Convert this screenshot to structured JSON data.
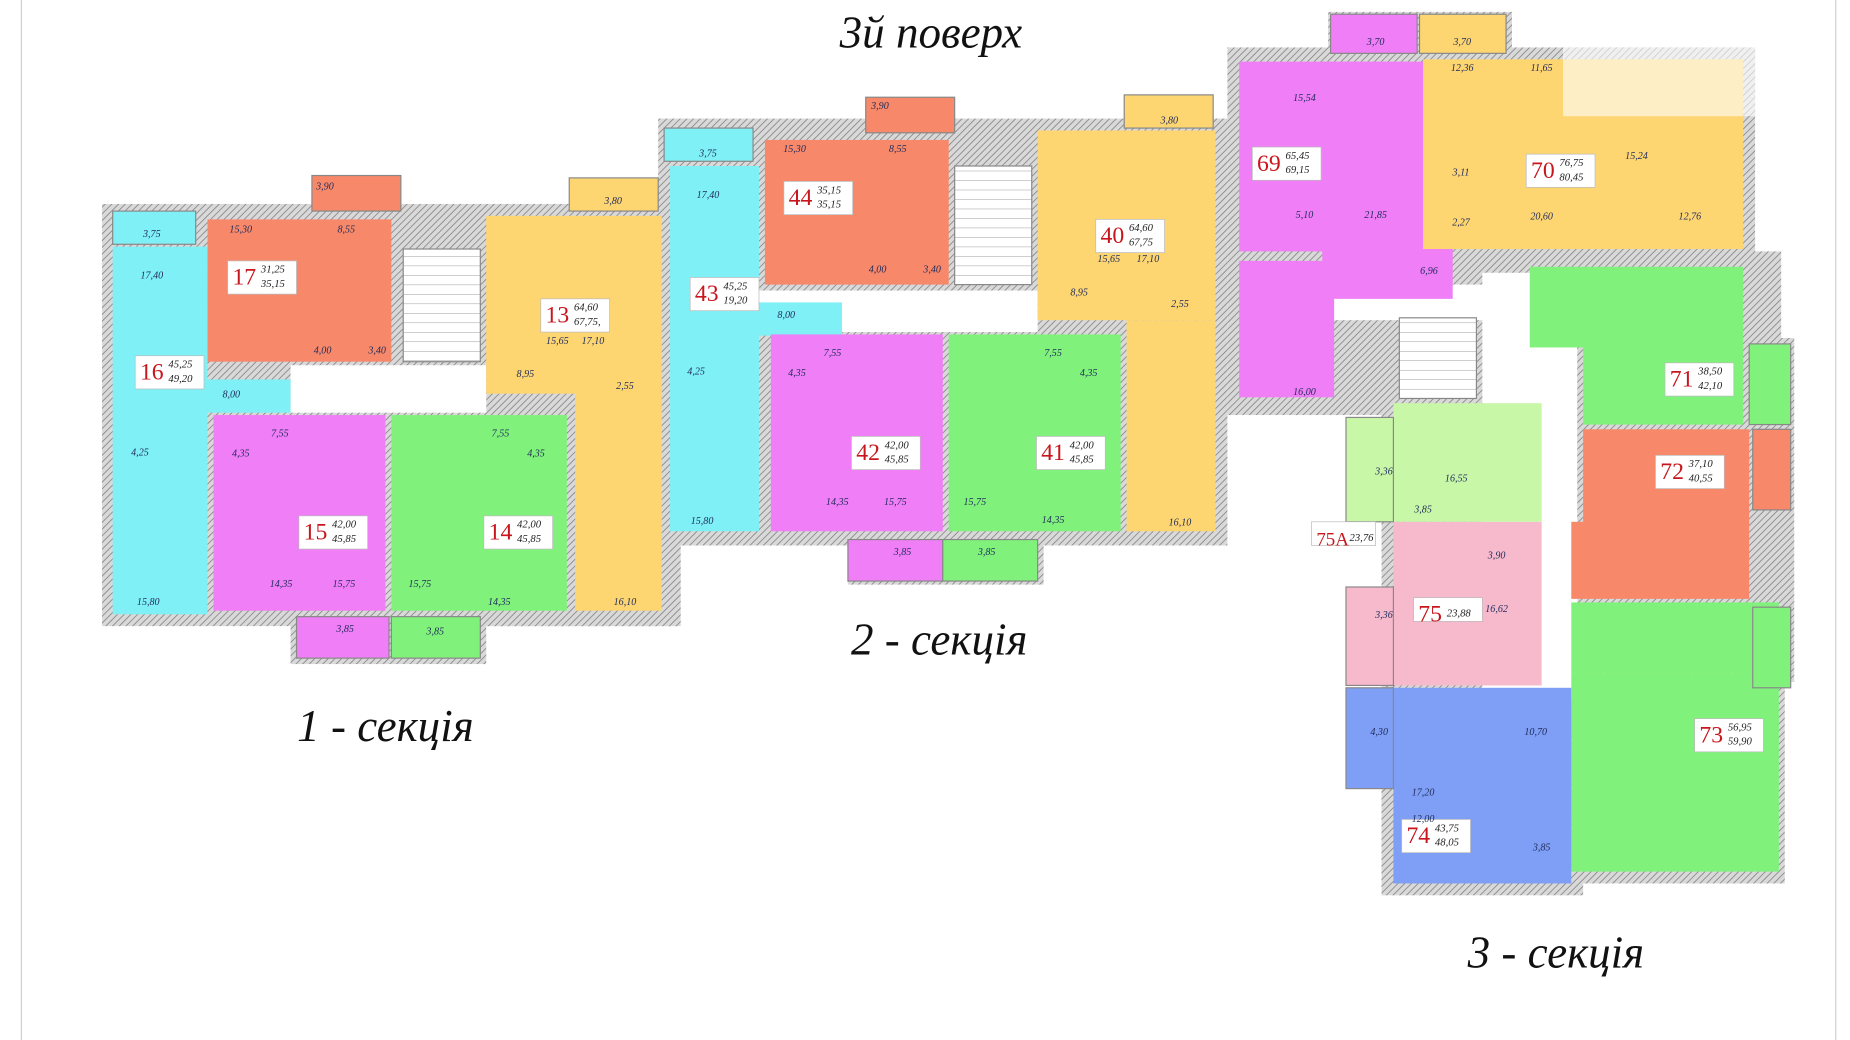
{
  "floor_title": "3й поверх",
  "sections": [
    {
      "label": "1 - секція"
    },
    {
      "label": "2 - секція"
    },
    {
      "label": "3 - секція"
    }
  ],
  "colors": {
    "cyan": "#7ff0f5",
    "orange": "#f7886a",
    "yellow": "#fdd571",
    "magenta": "#f07ef6",
    "green": "#80f27b",
    "light_green": "#c8f7a8",
    "pink": "#f7b9cc",
    "blue": "#7e9ff5",
    "wall": "#9a9a9a",
    "number": "#c8161d"
  },
  "apartments": [
    {
      "number": "16",
      "areas": [
        "45,25",
        "49,20"
      ],
      "color": "cyan",
      "rooms": [
        "17,40",
        "8,00",
        "4,25",
        "15,80",
        "3,75"
      ]
    },
    {
      "number": "17",
      "areas": [
        "31,25",
        "35,15"
      ],
      "color": "orange",
      "rooms": [
        "15,30",
        "8,55",
        "4,00",
        "3,40",
        "3,90"
      ]
    },
    {
      "number": "13",
      "areas": [
        "64,60",
        "67,75,"
      ],
      "color": "yellow",
      "rooms": [
        "15,65",
        "17,10",
        "8,95",
        "2,55",
        "16,10",
        "3,80"
      ]
    },
    {
      "number": "15",
      "areas": [
        "42,00",
        "45,85"
      ],
      "color": "magenta",
      "rooms": [
        "7,55",
        "4,35",
        "14,35",
        "15,75",
        "3,85"
      ]
    },
    {
      "number": "14",
      "areas": [
        "42,00",
        "45,85"
      ],
      "color": "green",
      "rooms": [
        "7,55",
        "4,35",
        "15,75",
        "14,35",
        "3,85"
      ]
    },
    {
      "number": "43",
      "areas": [
        "45,25",
        "19,20"
      ],
      "color": "cyan",
      "rooms": [
        "17,40",
        "8,00",
        "4,25",
        "15,80",
        "3,75"
      ]
    },
    {
      "number": "44",
      "areas": [
        "35,15",
        "35,15"
      ],
      "color": "orange",
      "rooms": [
        "15,30",
        "8,55",
        "4,00",
        "3,40",
        "3,90"
      ]
    },
    {
      "number": "42",
      "areas": [
        "42,00",
        "45,85"
      ],
      "color": "magenta",
      "rooms": [
        "7,55",
        "4,35",
        "14,35",
        "15,75",
        "3,85"
      ]
    },
    {
      "number": "41",
      "areas": [
        "42,00",
        "45,85"
      ],
      "color": "green",
      "rooms": [
        "7,55",
        "4,35",
        "15,75",
        "14,35",
        "3,85"
      ]
    },
    {
      "number": "40",
      "areas": [
        "64,60",
        "67,75"
      ],
      "color": "yellow",
      "rooms": [
        "15,65",
        "17,10",
        "8,95",
        "2,55",
        "16,10",
        "3,80"
      ]
    },
    {
      "number": "69",
      "areas": [
        "65,45",
        "69,15"
      ],
      "color": "magenta",
      "rooms": [
        "15,54",
        "5,10",
        "21,85",
        "6,96",
        "16,00",
        "3,70"
      ]
    },
    {
      "number": "70",
      "areas": [
        "76,75",
        "80,45"
      ],
      "color": "yellow",
      "rooms": [
        "12,36",
        "11,65",
        "3,11",
        "15,24",
        "2,27",
        "20,60",
        "12,76",
        "3,70"
      ]
    },
    {
      "number": "71",
      "areas": [
        "38,50",
        "42,10"
      ],
      "color": "green",
      "rooms": []
    },
    {
      "number": "72",
      "areas": [
        "37,10",
        "40,55"
      ],
      "color": "orange",
      "rooms": []
    },
    {
      "number": "73",
      "areas": [
        "56,95",
        "59,90"
      ],
      "color": "green",
      "rooms": []
    },
    {
      "number": "74",
      "areas": [
        "43,75",
        "48,05"
      ],
      "color": "blue",
      "rooms": [
        "4,30",
        "10,70",
        "17,20",
        "12,00",
        "3,85"
      ]
    },
    {
      "number": "75",
      "areas": [
        "23,88"
      ],
      "color": "pink",
      "rooms": [
        "3,36",
        "3,90",
        "16,62"
      ]
    },
    {
      "number": "75A",
      "areas": [
        "23,76"
      ],
      "color": "light_green",
      "rooms": [
        "3,36",
        "16,55",
        "3,85"
      ]
    }
  ]
}
